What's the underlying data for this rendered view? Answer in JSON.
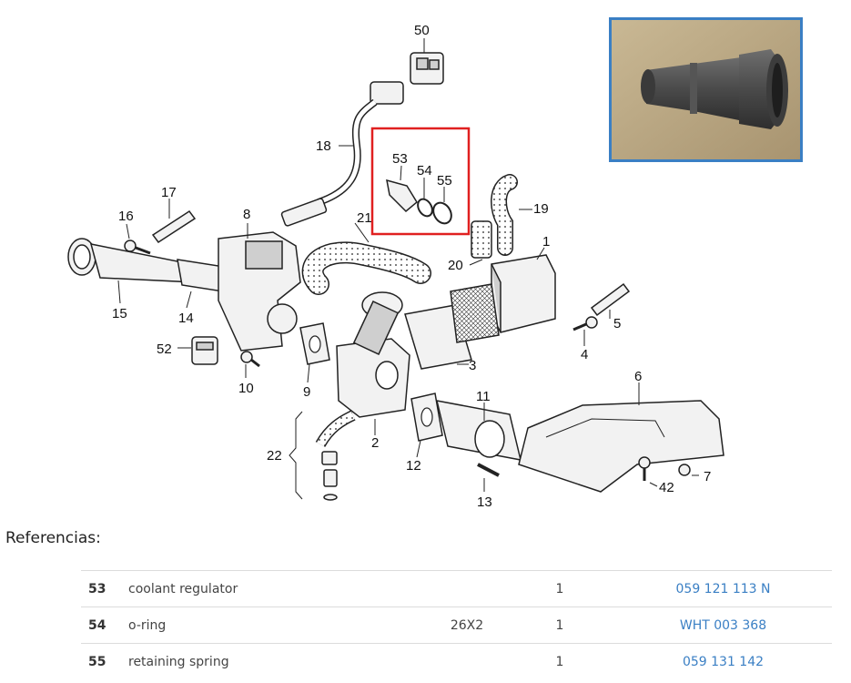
{
  "diagram": {
    "callouts": [
      "50",
      "18",
      "53",
      "54",
      "55",
      "19",
      "21",
      "1",
      "20",
      "17",
      "16",
      "8",
      "15",
      "14",
      "52",
      "10",
      "9",
      "3",
      "5",
      "4",
      "6",
      "11",
      "2",
      "12",
      "22",
      "13",
      "42",
      "7"
    ],
    "highlight_color": "#e02020"
  },
  "photo": {
    "description_icon": "coolant-regulator-photo",
    "frame_color": "#3a7fc4"
  },
  "references": {
    "label": "Referencias:",
    "rows": [
      {
        "num": "53",
        "desc": "coolant regulator",
        "spec": "",
        "qty": "1",
        "part_number": "059 121 113 N"
      },
      {
        "num": "54",
        "desc": "o-ring",
        "spec": "26X2",
        "qty": "1",
        "part_number": "WHT 003 368"
      },
      {
        "num": "55",
        "desc": "retaining spring",
        "spec": "",
        "qty": "1",
        "part_number": "059 131 142"
      }
    ]
  }
}
